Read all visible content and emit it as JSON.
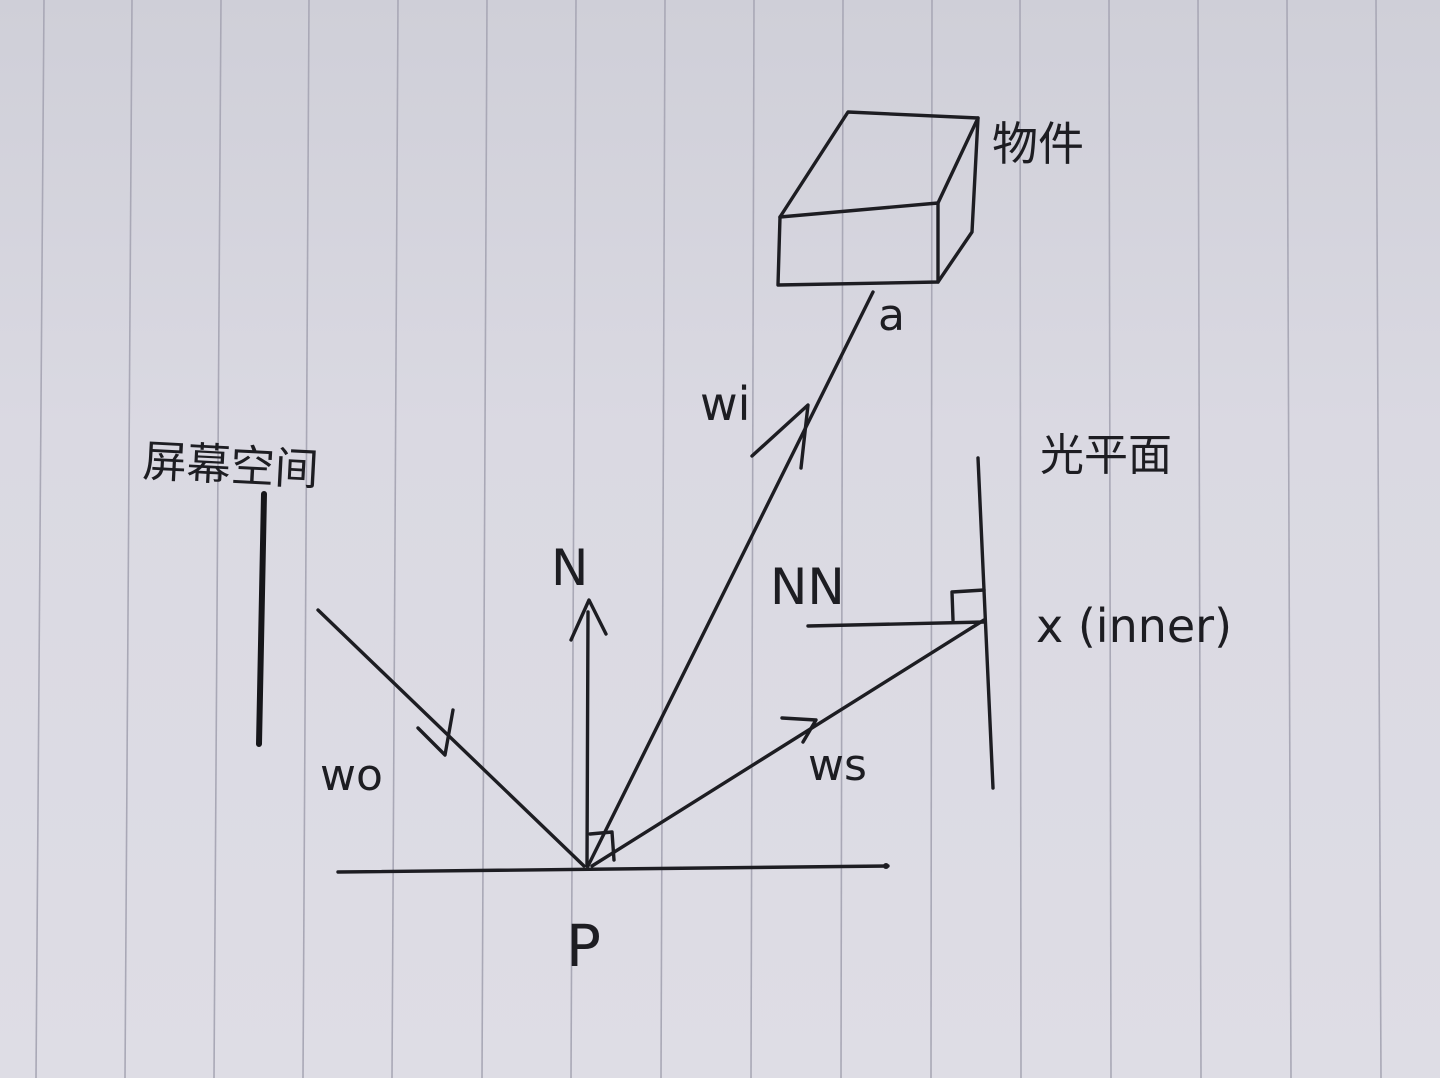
{
  "labels": {
    "object": "物件",
    "point_a": "a",
    "wi": "wi",
    "screen_space": "屏幕空间",
    "light_plane": "光平面",
    "normal": "N",
    "light_normal": "NN",
    "x_inner": "x (inner)",
    "wo": "wo",
    "ws": "ws",
    "point_p": "P"
  },
  "colors": {
    "paper": "#dad9e2",
    "rule_lines": "#a9a8b6",
    "ink": "#1d1d22"
  }
}
